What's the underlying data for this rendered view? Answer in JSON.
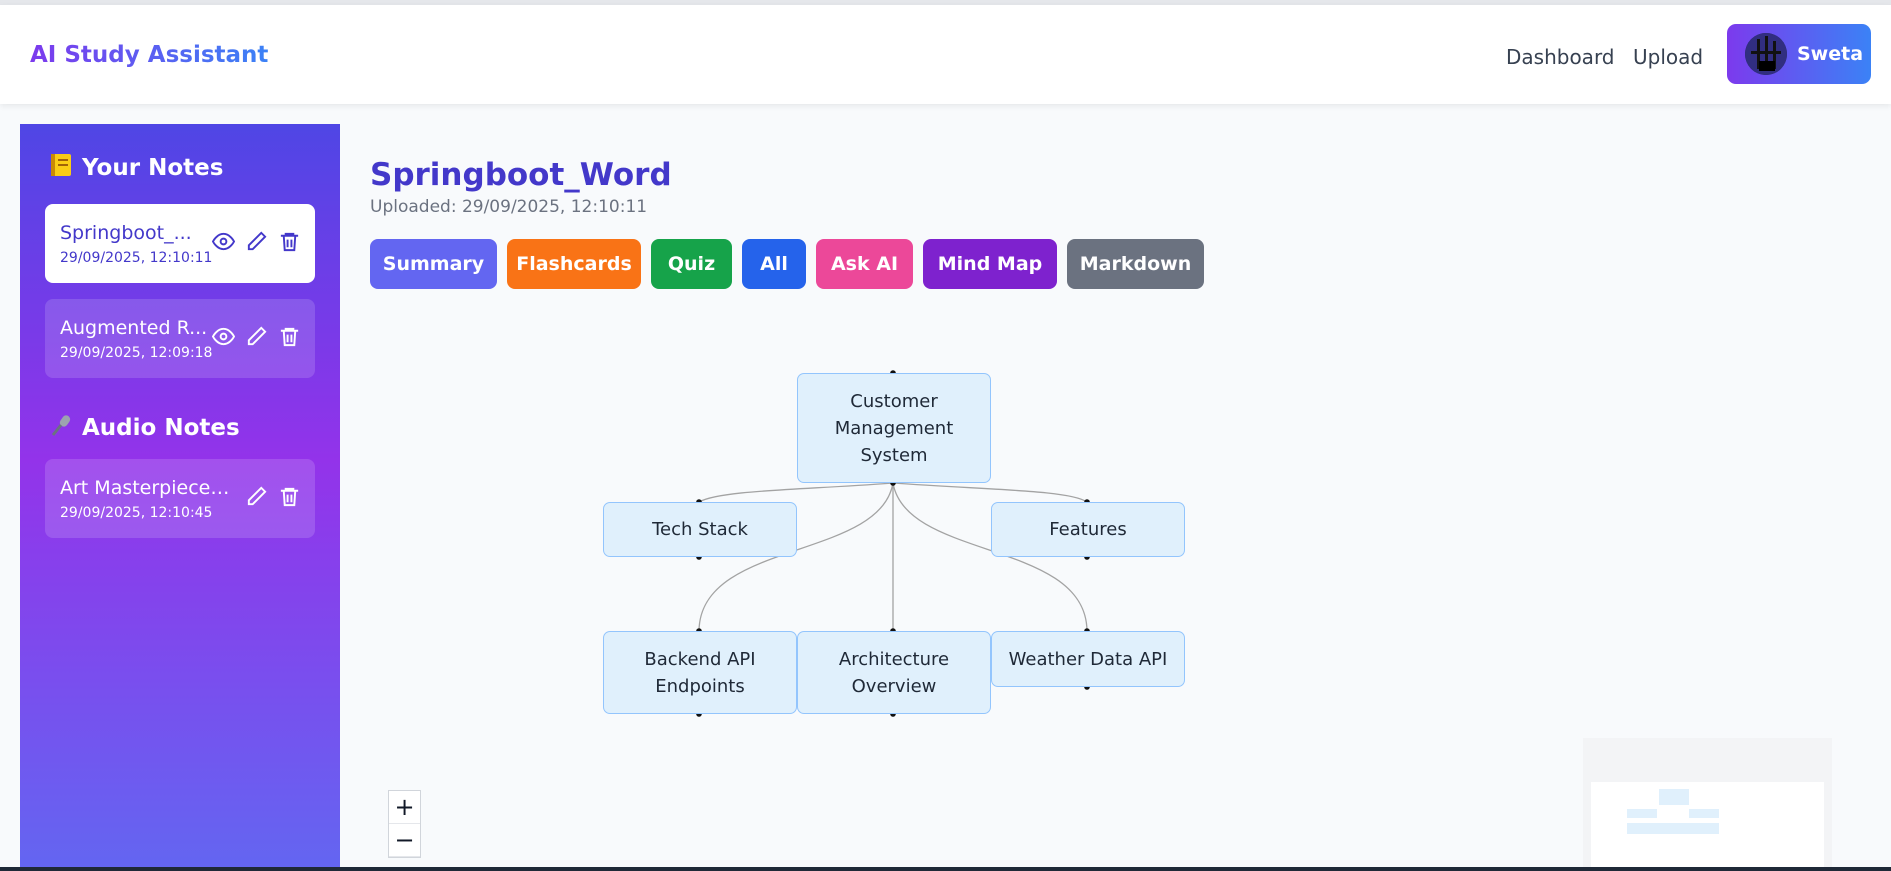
{
  "header": {
    "brand": "AI Study Assistant",
    "nav": [
      "Dashboard",
      "Upload"
    ],
    "user_name": "Sweta"
  },
  "sidebar": {
    "notes_title": "Your Notes",
    "notes_icon": "notebook-icon",
    "notes": [
      {
        "name": "Springboot_...",
        "date": "29/09/2025, 12:10:11",
        "active": true
      },
      {
        "name": "Augmented R...",
        "date": "29/09/2025, 12:09:18",
        "active": false
      }
    ],
    "audio_title": "Audio Notes",
    "audio_icon": "microphone-icon",
    "audio_notes": [
      {
        "name": "Art Masterpieces_...",
        "date": "29/09/2025, 12:10:45"
      }
    ]
  },
  "main": {
    "title": "Springboot_Word",
    "uploaded": "Uploaded: 29/09/2025, 12:10:11",
    "tabs": [
      {
        "label": "Summary",
        "color": "#6366f1"
      },
      {
        "label": "Flashcards",
        "color": "#f97316"
      },
      {
        "label": "Quiz",
        "color": "#16a34a"
      },
      {
        "label": "All",
        "color": "#2563eb"
      },
      {
        "label": "Ask AI",
        "color": "#ec4899"
      },
      {
        "label": "Mind Map",
        "color": "#7e22ce"
      },
      {
        "label": "Markdown",
        "color": "#6b7280"
      }
    ]
  },
  "mindmap": {
    "root": "Customer Management System",
    "tech_stack": "Tech Stack",
    "features": "Features",
    "backend": "Backend API Endpoints",
    "architecture": "Architecture Overview",
    "weather": "Weather Data API"
  },
  "controls": {
    "zoom_in": "+",
    "zoom_out": "−"
  }
}
